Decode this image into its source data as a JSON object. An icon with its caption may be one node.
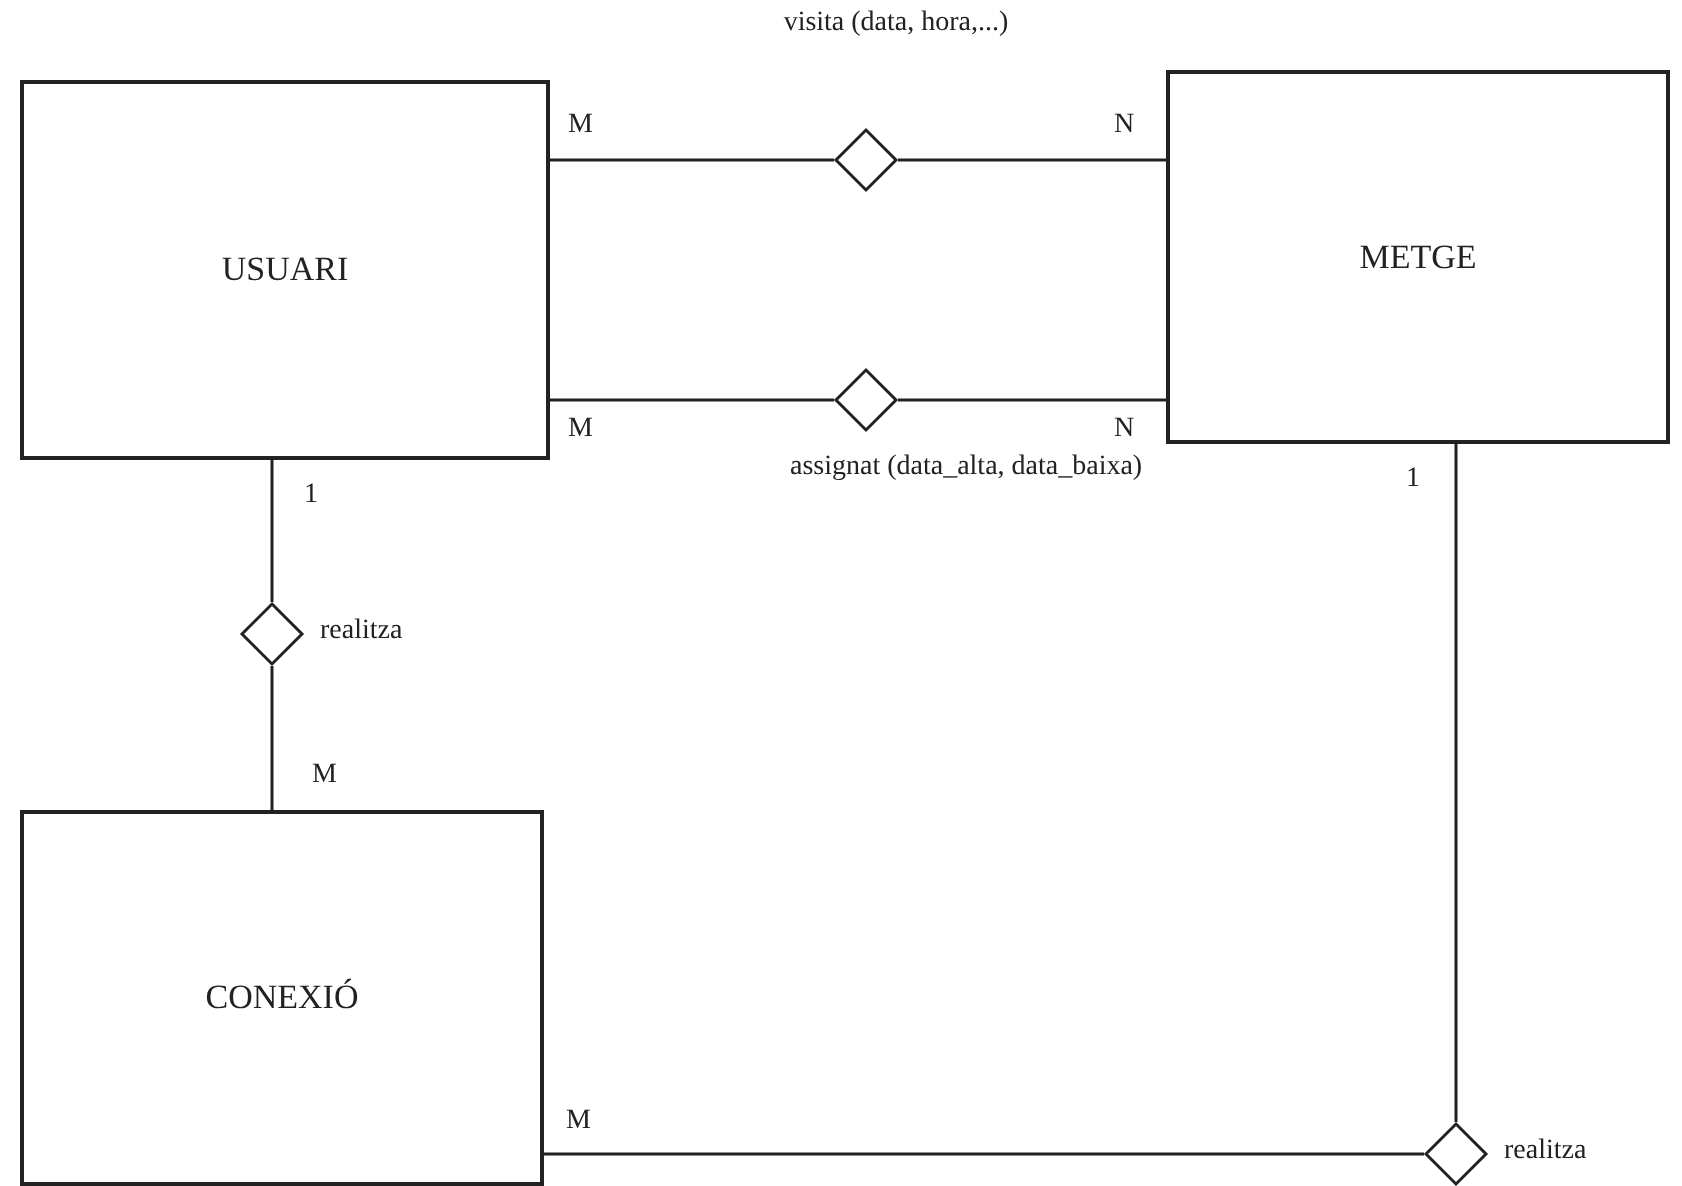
{
  "diagram": {
    "nodes": [
      {
        "text": [
          "USUARI"
        ]
      },
      {
        "text": [],
        "shape": "diamond",
        "beside": [
          "visita (data, hora,...)"
        ]
      },
      {
        "text": [
          "METGE"
        ]
      },
      {
        "text": [],
        "shape": "diamond",
        "beside": [
          "assignat (data_alta, data_baixa)"
        ]
      },
      {
        "text": [],
        "shape": "diamond",
        "beside": [
          "realitza"
        ]
      },
      {
        "text": [
          "CONEXIÓ"
        ]
      },
      {
        "text": [],
        "shape": "diamond",
        "beside": [
          "realitza"
        ]
      }
    ],
    "edges": [
      {
        "from": 0,
        "to": 1,
        "arrow": "none"
      },
      {
        "from": 1,
        "to": 2,
        "arrow": "none"
      },
      {
        "from": 0,
        "to": 3,
        "arrow": "none"
      },
      {
        "from": 3,
        "to": 2,
        "arrow": "none"
      },
      {
        "from": 0,
        "to": 4,
        "arrow": "none"
      },
      {
        "from": 4,
        "to": 5,
        "arrow": "none"
      },
      {
        "from": 5,
        "to": 6,
        "arrow": "none"
      },
      {
        "from": 2,
        "to": 6,
        "arrow": "none"
      }
    ],
    "labels": [
      "M",
      "N",
      "M",
      "N",
      "1",
      "1",
      "M",
      "M"
    ]
  }
}
